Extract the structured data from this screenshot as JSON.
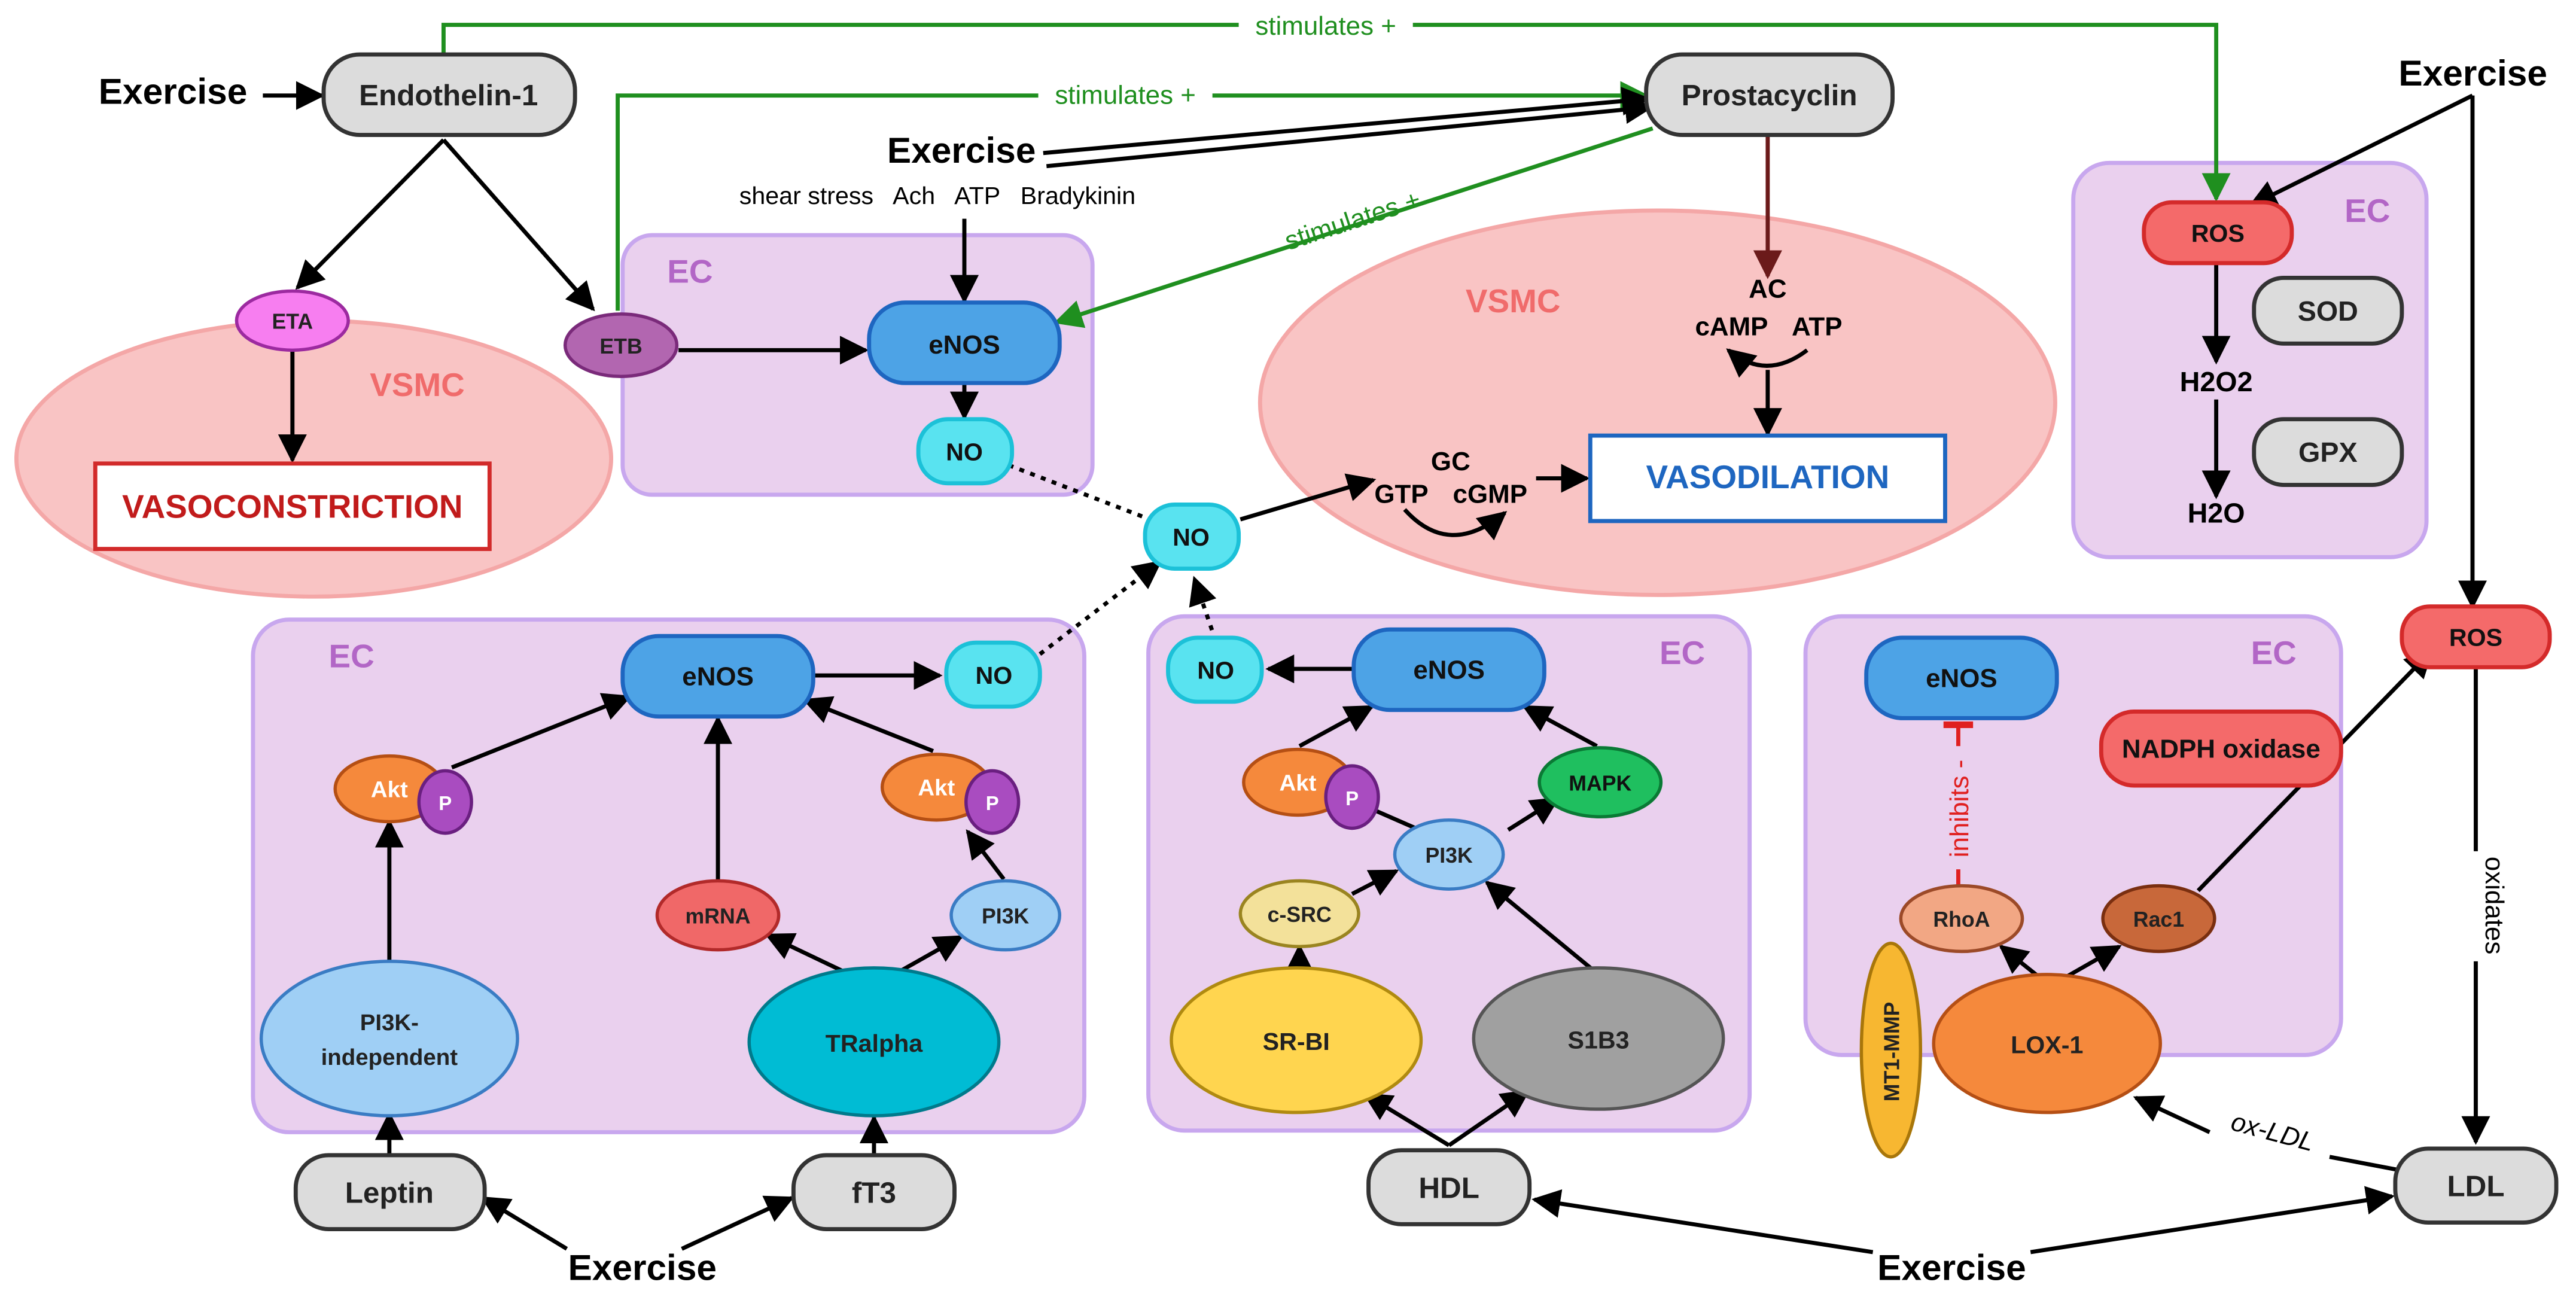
{
  "colors": {
    "ec_fill": "#ead0ee",
    "ec_stroke": "#c8a7ee",
    "ec_label": "#b266c6",
    "vsmc_fill": "#f9c4c4",
    "vsmc_stroke": "#f4a7a7",
    "vsmc_label": "#f06b6b",
    "grey_fill": "#dcdcdc",
    "enos_fill": "#4da3e6",
    "enos_stroke": "#1e66c0",
    "no_fill": "#59e3f0",
    "no_stroke": "#1cc1d8",
    "stim_green": "#1f8f1f",
    "inhibit_red": "#e02020",
    "ros_fill": "#f46a6a",
    "ros_stroke": "#d42a2a"
  },
  "labels": {
    "exercise": "Exercise",
    "endothelin": "Endothelin-1",
    "prostacyclin": "Prostacyclin",
    "stimulates": "stimulates +",
    "eta": "ETA",
    "etb": "ETB",
    "vsmc": "VSMC",
    "ec": "EC",
    "vasoconstriction": "VASOCONSTRICTION",
    "vasodilation": "VASODILATION",
    "enos": "eNOS",
    "no": "NO",
    "stimuli": "shear stress   Ach   ATP   Bradykinin",
    "ac": "AC",
    "camp": "cAMP",
    "atp": "ATP",
    "gc": "GC",
    "gtp": "GTP",
    "cgmp": "cGMP",
    "ros": "ROS",
    "sod": "SOD",
    "h2o2": "H2O2",
    "gpx": "GPX",
    "h2o": "H2O",
    "akt": "Akt",
    "p": "P",
    "mrna": "mRNA",
    "pi3k": "PI3K",
    "pi3k_independent_1": "PI3K-",
    "pi3k_independent_2": "independent",
    "tralpha": "TRalpha",
    "leptin": "Leptin",
    "ft3": "fT3",
    "mapk": "MAPK",
    "csrc": "c-SRC",
    "srbi": "SR-BI",
    "s1b3": "S1B3",
    "hdl": "HDL",
    "nadph": "NADPH oxidase",
    "inhibits": "inhibits -",
    "rhoa": "RhoA",
    "rac1": "Rac1",
    "mt1mmp": "MT1-MMP",
    "lox1": "LOX-1",
    "ldl": "LDL",
    "oxldl": "ox-LDL",
    "oxidates": "oxidates"
  }
}
